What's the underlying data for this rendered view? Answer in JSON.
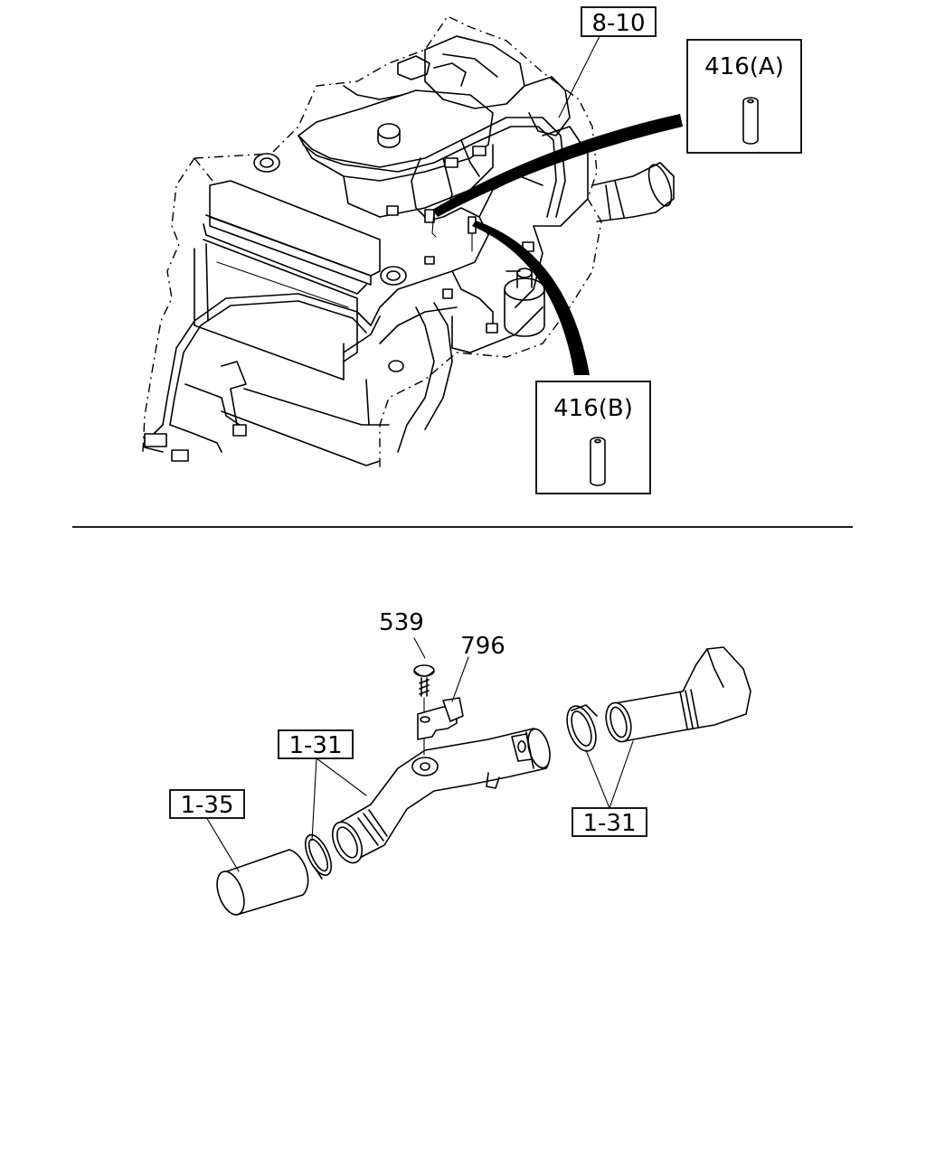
{
  "callouts": {
    "top_ref": "8-10",
    "part_416a": "416(A)",
    "part_416b": "416(B)",
    "screw": "539",
    "bracket": "796",
    "clamp_left": "1-31",
    "hose_left": "1-35",
    "clamp_right": "1-31"
  }
}
